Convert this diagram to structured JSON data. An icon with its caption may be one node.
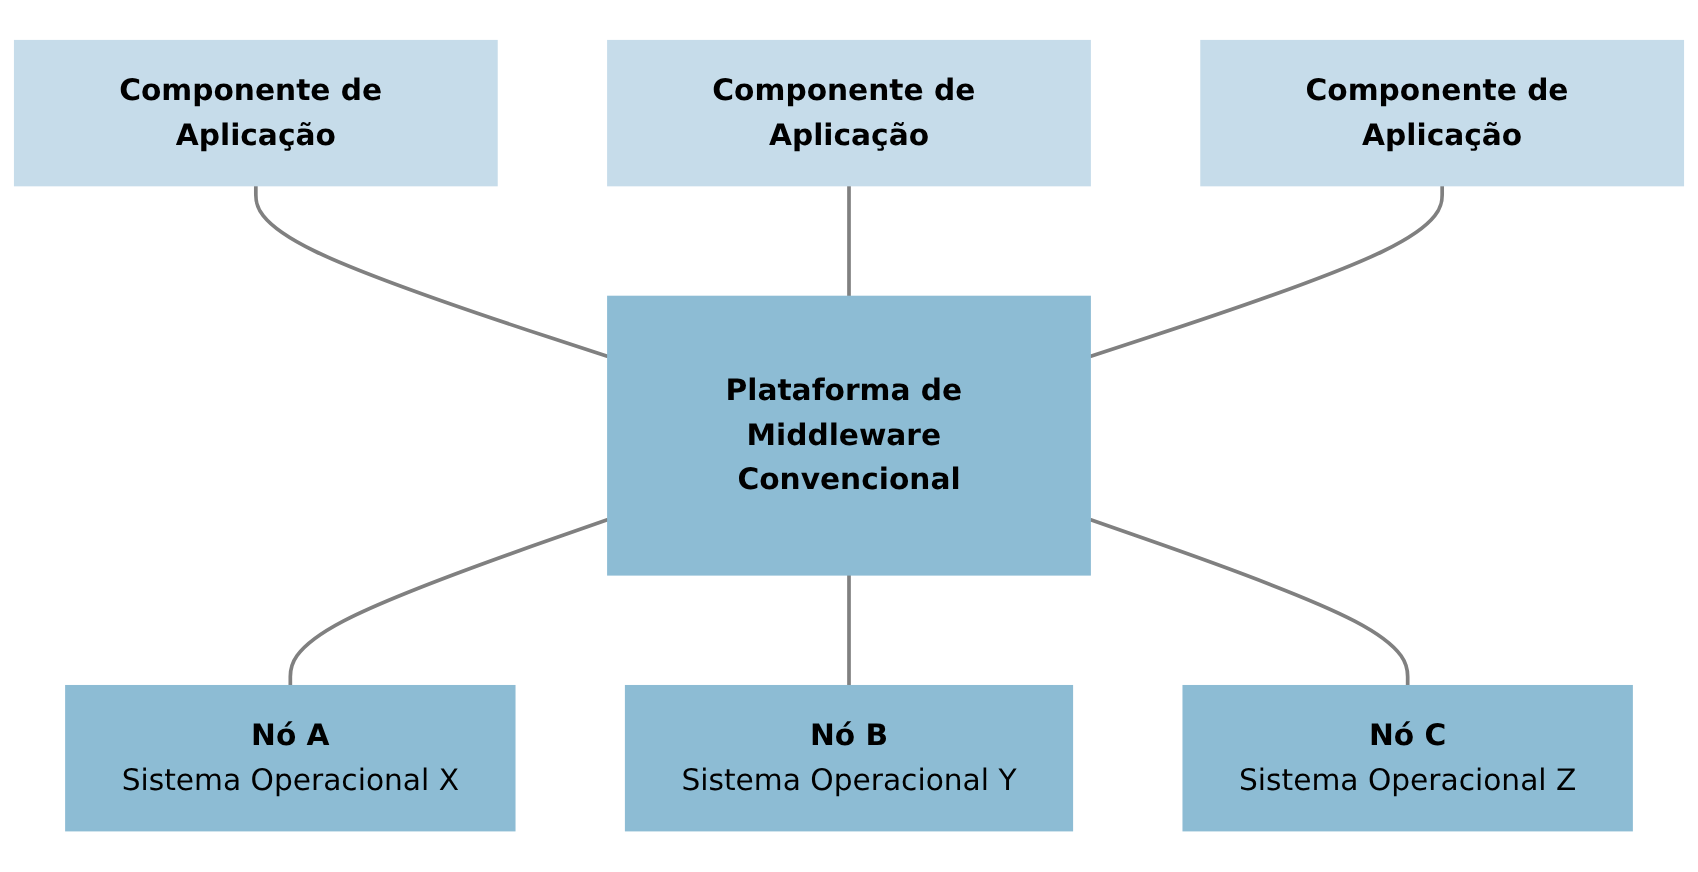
{
  "diagram": {
    "nodes": [
      {
        "text": [
          "Componente de Aplicação"
        ]
      },
      {
        "text": [
          "Componente de Aplicação"
        ]
      },
      {
        "text": [
          "Componente de Aplicação"
        ]
      },
      {
        "text": [
          "Plataforma de Middleware Convencional"
        ]
      },
      {
        "text": [
          "Nó A",
          "Sistema Operacional X"
        ]
      },
      {
        "text": [
          "Nó B",
          "Sistema Operacional Y"
        ]
      },
      {
        "text": [
          "Nó C",
          "Sistema Operacional Z"
        ]
      }
    ],
    "edges": [
      {
        "from": 0,
        "to": 3,
        "arrow": "none"
      },
      {
        "from": 1,
        "to": 3,
        "arrow": "none"
      },
      {
        "from": 2,
        "to": 3,
        "arrow": "none"
      },
      {
        "from": 3,
        "to": 4,
        "arrow": "none"
      },
      {
        "from": 3,
        "to": 5,
        "arrow": "none"
      },
      {
        "from": 3,
        "to": 6,
        "arrow": "none"
      }
    ]
  }
}
